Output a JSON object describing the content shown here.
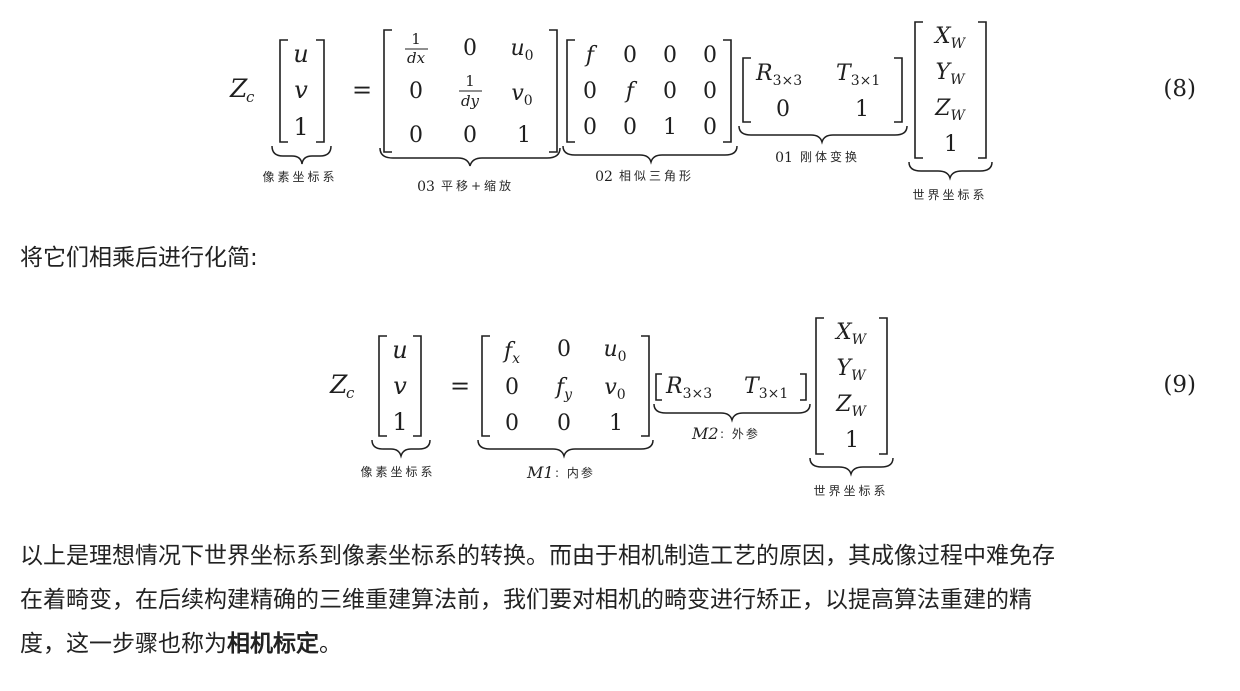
{
  "eq8": {
    "number": "(8)",
    "lhs_coef": "Z",
    "lhs_coef_sub": "c",
    "equals": "=",
    "pixel_vec": [
      "u",
      "v",
      "1"
    ],
    "pixel_label": "像素坐标系",
    "m03": [
      [
        "1/dx",
        "0",
        "u0"
      ],
      [
        "0",
        "1/dy",
        "v0"
      ],
      [
        "0",
        "0",
        "1"
      ]
    ],
    "m03_label_num": "03",
    "m03_label_text": "平移+缩放",
    "m02": [
      [
        "f",
        "0",
        "0",
        "0"
      ],
      [
        "0",
        "f",
        "0",
        "0"
      ],
      [
        "0",
        "0",
        "1",
        "0"
      ]
    ],
    "m02_label_num": "02",
    "m02_label_text": "相似三角形",
    "m01": [
      [
        "R3×3",
        "T3×1"
      ],
      [
        "0",
        "1"
      ]
    ],
    "m01_label_num": "01",
    "m01_label_text": "刚体变换",
    "world_vec": [
      "XW",
      "YW",
      "ZW",
      "1"
    ],
    "world_label": "世界坐标系"
  },
  "eq9": {
    "number": "(9)",
    "lhs_coef": "Z",
    "lhs_coef_sub": "c",
    "equals": "=",
    "pixel_vec": [
      "u",
      "v",
      "1"
    ],
    "pixel_label": "像素坐标系",
    "m1": [
      [
        "fx",
        "0",
        "u0"
      ],
      [
        "0",
        "fy",
        "v0"
      ],
      [
        "0",
        "0",
        "1"
      ]
    ],
    "m1_label_name": "M1",
    "m1_label_text": ": 内参",
    "m2": [
      "R3×3",
      "T3×1"
    ],
    "m2_label_name": "M2",
    "m2_label_text": ": 外参",
    "world_vec": [
      "XW",
      "YW",
      "ZW",
      "1"
    ],
    "world_label": "世界坐标系"
  },
  "text": {
    "para1": "将它们相乘后进行化简:",
    "para2_line1": "以上是理想情况下世界坐标系到像素坐标系的转换。而由于相机制造工艺的原因，其成像过程中难免存",
    "para2_line2": "在着畸变，在后续构建精确的三维重建算法前，我们要对相机的畸变进行矫正，以提高算法重建的精",
    "para2_line3_prefix": "度，这一步骤也称为",
    "para2_bold": "相机标定",
    "para2_end": "。"
  }
}
